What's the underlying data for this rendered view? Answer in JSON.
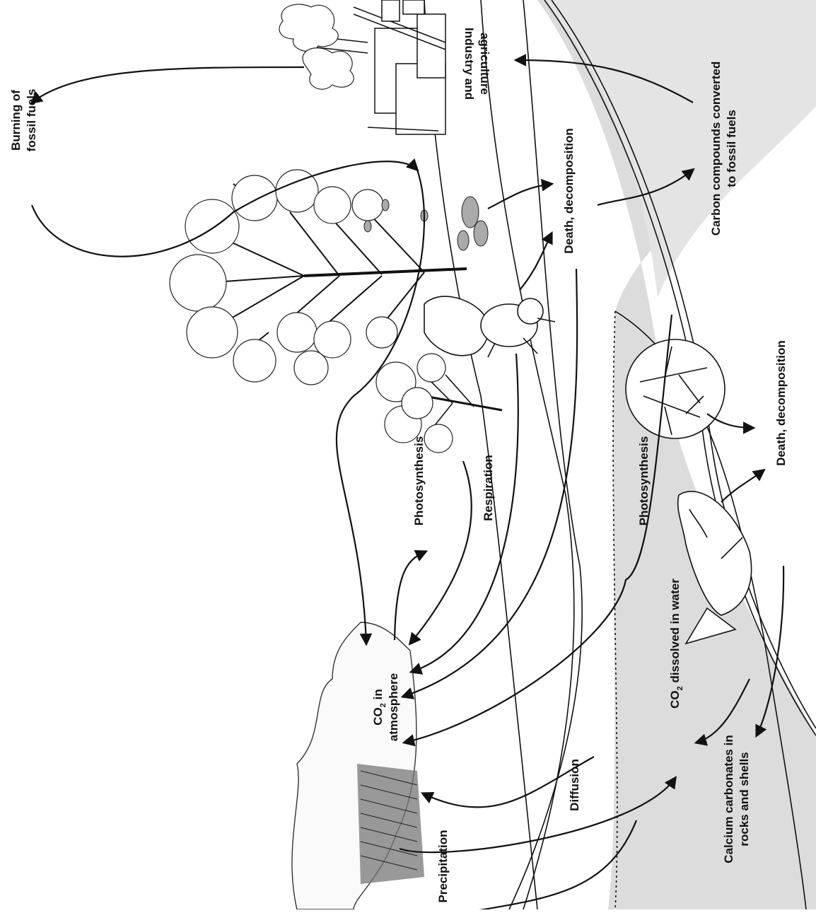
{
  "labels": {
    "burning": [
      "Burning of",
      "fossil fuels"
    ],
    "industry": [
      "Industry and",
      "agriculture"
    ],
    "carbon_compounds": [
      "Carbon compounds converted",
      "to fossil fuels"
    ],
    "death_land": "Death, decomposition",
    "photosynthesis_land": "Photosynthesis",
    "respiration": "Respiration",
    "photosynthesis_water": "Photosynthesis",
    "death_water": "Death, decomposition",
    "co2_atmosphere": [
      "CO",
      "2",
      " in",
      "atmosphere"
    ],
    "diffusion": "Diffusion",
    "precipitation": "Precipitation",
    "co2_water": [
      "CO",
      "2",
      " dissolved in water"
    ],
    "calcium": [
      "Calcium carbonates in",
      "rocks and shells"
    ]
  },
  "colors": {
    "water": "#dcdcdc",
    "line": "#111111",
    "background": "#ffffff"
  }
}
